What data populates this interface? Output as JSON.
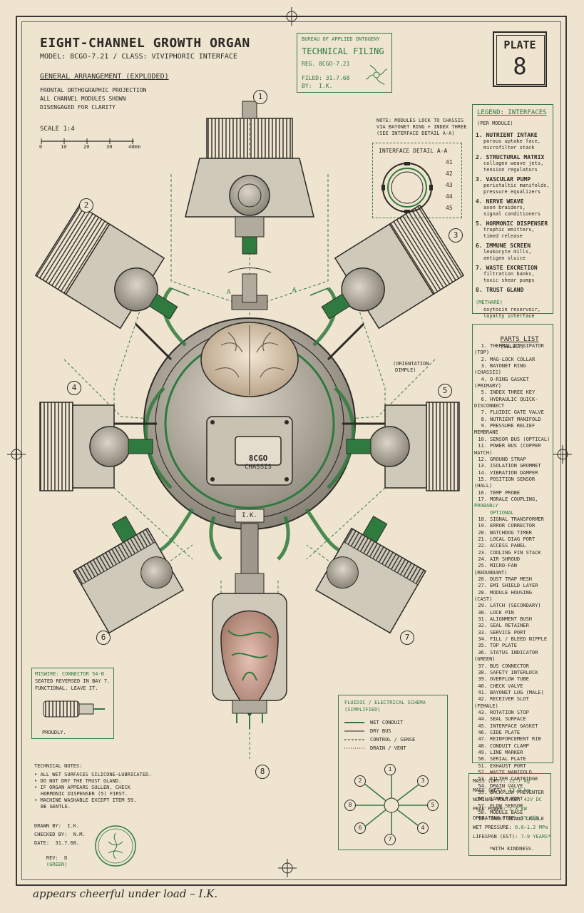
{
  "header": {
    "title": "EIGHT-CHANNEL GROWTH ORGAN",
    "model_line": "MODEL: 8CGO-7.21 / CLASS: VIVIPHORIC INTERFACE",
    "arrangement": "GENERAL ARRANGEMENT (EXPLODED)",
    "projection_lines": [
      "FRONTAL ORTHOGRAPHIC PROJECTION",
      "ALL CHANNEL MODULES SHOWN",
      "DISENGAGED FOR CLARITY"
    ],
    "scale_label": "SCALE 1:4",
    "scale_ticks": [
      "0",
      "10",
      "20",
      "30",
      "40mm"
    ]
  },
  "filing": {
    "bureau": "BUREAU OF APPLIED ONTOGENY",
    "title": "TECHNICAL FILING",
    "reg": "REG. 8CGO-7.21",
    "filed": "FILED: 31.7.68",
    "by": "BY:  I.K."
  },
  "plate": {
    "label": "PLATE",
    "number": "8"
  },
  "note_lock": [
    "NOTE: MODULES LOCK TO CHASSIS",
    "VIA BAYONET RING + INDEX THREE",
    "(SEE INTERFACE DETAIL A-A)"
  ],
  "interface_detail": {
    "title": "INTERFACE DETAIL A-A",
    "labels": [
      "41",
      "42",
      "43",
      "44",
      "45"
    ]
  },
  "legend": {
    "title": "LEGEND: INTERFACES",
    "subtitle": "(PER MODULE)",
    "items": [
      {
        "title": "1.  NUTRIENT INTAKE",
        "desc": [
          "porous uptake face,",
          "microfilter stack"
        ]
      },
      {
        "title": "2.  STRUCTURAL MATRIX",
        "desc": [
          "collagen weave jets,",
          "tension regulators"
        ]
      },
      {
        "title": "3.  VASCULAR PUMP",
        "desc": [
          "peristaltic manifolds,",
          "pressure equalizers"
        ]
      },
      {
        "title": "4.  NERVE WEAVE",
        "desc": [
          "axon braiders,",
          "signal conditioners"
        ]
      },
      {
        "title": "5.  HORMONIC DISPENSER",
        "desc": [
          "trophic emitters,",
          "timed release"
        ]
      },
      {
        "title": "6.  IMMUNE SCREEN",
        "desc": [
          "leukocyte mills,",
          "antigen sluice"
        ]
      },
      {
        "title": "7.  WASTE EXCRETION",
        "desc": [
          "filtration banks,",
          "toxic shear pumps"
        ]
      },
      {
        "title": "8.  TRUST GLAND",
        "title_note": "(METHARE)",
        "desc": [
          "oxytocin reservoir,",
          "loyalty interface"
        ]
      }
    ]
  },
  "parts": {
    "title": "PARTS LIST",
    "title_note": "(SELECT)",
    "items": [
      "THERMAL DISSIPATOR (TOP)",
      "MAG-LOCK COLLAR",
      "BAYONET RING (CHASSIS)",
      "O-RING GASKET (PRIMARY)",
      "INDEX THREE KEY",
      "HYDRAULIC QUICK-DISCONNECT",
      "FLUIDIC GATE VALVE",
      "NUTRIENT MANIFOLD",
      "PRESSURE RELIEF MEMBRANE",
      "SENSOR BUS (OPTICAL)",
      "POWER BUS (COPPER HATCH)",
      "GROUND STRAP",
      "ISOLATION GROMMET",
      "VIBRATION DAMPER",
      "POSITION SENSOR (HALL)",
      "TEMP PROBE",
      "MORALE COUPLING,",
      "SIGNAL TRANSFORMER",
      "ERROR CORRECTOR",
      "WATCHDOG TIMER",
      "LOCAL DIAG PORT",
      "ACCESS PANEL",
      "COOLING FIN STACK",
      "AIR SHROUD",
      "MICRO-FAN (REDUNDANT)",
      "DUST TRAP MESH",
      "EMI SHIELD LAYER",
      "MODULE HOUSING (CAST)",
      "LATCH (SECONDARY)",
      "LOCK PIN",
      "ALIGNMENT BUSH",
      "SEAL RETAINER",
      "SERVICE PORT",
      "FILL / BLEED NIPPLE",
      "TOP PLATE",
      "STATUS INDICATOR (GREEN)",
      "BUS CONNECTOR",
      "SAFETY INTERLOCK",
      "OVERFLOW TUBE",
      "CHECK VALVE",
      "BAYONET LUG (MALE)",
      "RECEIVER SLOT (FEMALE)",
      "ROTATION STOP",
      "SEAL SURFACE",
      "INTERFACE GASKET",
      "SIDE PLATE",
      "REINFORCEMENT RIB",
      "CONDUIT CLAMP",
      "LINE MARKER",
      "SERIAL PLATE",
      "EXHAUST PORT",
      "WASTE MANIFOLD",
      "FILTER CARTRIDGE",
      "DRAIN VALVE",
      "BACKFLOW PREVENTER",
      "SAMPLE PORT",
      "FLOW SENSOR",
      "MODULE BASE",
      "TRUST GLAND CRADLE"
    ],
    "item17_note": "PROBABLY",
    "item17_note2": "OPTIONAL"
  },
  "specs": {
    "rows": [
      {
        "label": "MASS (DRY):",
        "value": "11.7 kg"
      },
      {
        "label": "MASS (WET):",
        "value": "13.9 kg"
      },
      {
        "label": "NOMINAL VOLTAGE:",
        "value": "42V DC"
      },
      {
        "label": "PEAK POWER:",
        "value": "1.3 kW"
      },
      {
        "label": "OPERATING TEMP:",
        "value": "37.2°C"
      },
      {
        "label": "WET PRESSURE:",
        "value": "0.6–1.2 MPa"
      },
      {
        "label": "LIFESPAN (EST):",
        "value": "7–9 YEARS*"
      }
    ],
    "footnote": "*WITH KINDNESS."
  },
  "miswire": {
    "lines": [
      "MISWIRE: CONNECTOR 54-B",
      "SEATED REVERSED IN BAY 7.",
      "FUNCTIONAL. LEAVE IT."
    ],
    "signoff": "PROUDLY."
  },
  "schema": {
    "title": "FLUIDIC / ELECTRICAL SCHEMA",
    "subtitle": "(SIMPLIFIED)",
    "keys": [
      "WET CONDUIT",
      "DRY BUS",
      "CONTROL / SENSE",
      "DRAIN / VENT"
    ],
    "nodes": [
      "1",
      "2",
      "3",
      "4",
      "5",
      "6",
      "7",
      "8"
    ]
  },
  "tech_notes": {
    "title": "TECHNICAL NOTES:",
    "items": [
      [
        "ALL WET SURFACES SILICONE-LUBRICATED."
      ],
      [
        "DO NOT DRY THE TRUST GLAND."
      ],
      [
        "IF ORGAN APPEARS SULLEN, CHECK",
        "HORMONIC DISPENSER (5) FIRST."
      ],
      [
        "MACHINE WASHABLE EXCEPT ITEM 59.",
        "BE GENTLE."
      ]
    ]
  },
  "signoff": {
    "drawn": "DRAWN BY:  I.K.",
    "checked": "CHECKED BY:  N.M.",
    "date": "DATE:  31.7.68.",
    "rev": "REV:  D",
    "rev_note": "(GREEN)"
  },
  "chassis": {
    "label_top": "8CGO",
    "label_bottom": "CHASSIS",
    "plate": "I.K."
  },
  "annotations": {
    "orientation": [
      "(ORIENTATION",
      "DIMPLE)"
    ],
    "section_marks": [
      "A",
      "A"
    ],
    "module_callouts": [
      "1",
      "2",
      "3",
      "4",
      "5",
      "6",
      "7",
      "8"
    ]
  },
  "handwritten": "appears cheerful under load – I.K.",
  "colors": {
    "ink": "#2b2a26",
    "paper": "#eee4cf",
    "accent_green": "#2f7a3e"
  }
}
